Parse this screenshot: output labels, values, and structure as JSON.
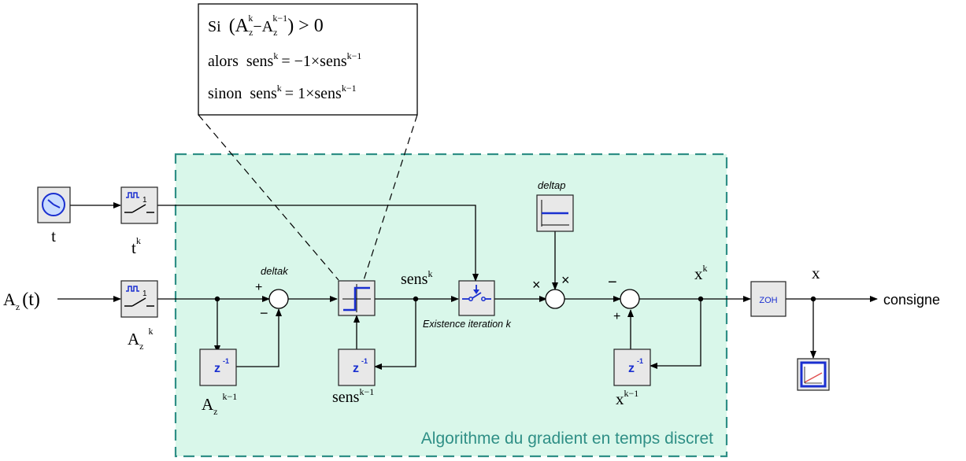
{
  "region": {
    "title": "Algorithme du gradient en temps discret"
  },
  "formula": {
    "line1_prefix": "Si",
    "line1_condition": "(A",
    "line1_sub_z": "z",
    "line1_sup_k": "k",
    "line1_minus": "−A",
    "line1_sub_z2": "z",
    "line1_sup_k1": "k−1",
    "line1_tail": ") > 0",
    "line2_prefix": "alors",
    "line2_lhs": "sens",
    "line2_sup_k": "k",
    "line2_rhs": "= −1×sens",
    "line2_sup_k1": "k−1",
    "line3_prefix": "sinon",
    "line3_lhs": "sens",
    "line3_sup_k": "k",
    "line3_rhs": "= 1×sens",
    "line3_sup_k1": "k−1"
  },
  "labels": {
    "t": "t",
    "tk_base": "t",
    "tk_sup": "k",
    "az_input_base": "A",
    "az_input_sub": "z",
    "az_input_arg": "(t)",
    "azk_base": "A",
    "azk_sub": "z",
    "azk_sup": "k",
    "azk1_base": "A",
    "azk1_sub": "z",
    "azk1_sup": "k−1",
    "sensk_base": "sens",
    "sensk_sup": "k",
    "sensk1_base": "sens",
    "sensk1_sup": "k−1",
    "xk_base": "x",
    "xk_sup": "k",
    "xk1_base": "x",
    "xk1_sup": "k−1",
    "x": "x",
    "consigne": "consigne",
    "deltak": "deltak",
    "deltap": "deltap",
    "existence": "Existence iteration k",
    "zoh": "ZOH",
    "z_inv": "z",
    "z_inv_sup": "-1",
    "sum1_plus": "+",
    "sum1_minus": "−",
    "mult_left": "×",
    "mult_top": "×",
    "sum2_minus": "−",
    "sum2_plus": "+"
  },
  "colors": {
    "region_fill": "#d9f7ea",
    "region_border": "#2f8f86",
    "region_title": "#2f8f86",
    "icon_blue": "#1a2fd0"
  },
  "icons": [
    "clock-icon",
    "sample-hold-icon",
    "relay-icon",
    "switch-icon",
    "constant-icon",
    "zoh-icon",
    "scope-icon"
  ]
}
